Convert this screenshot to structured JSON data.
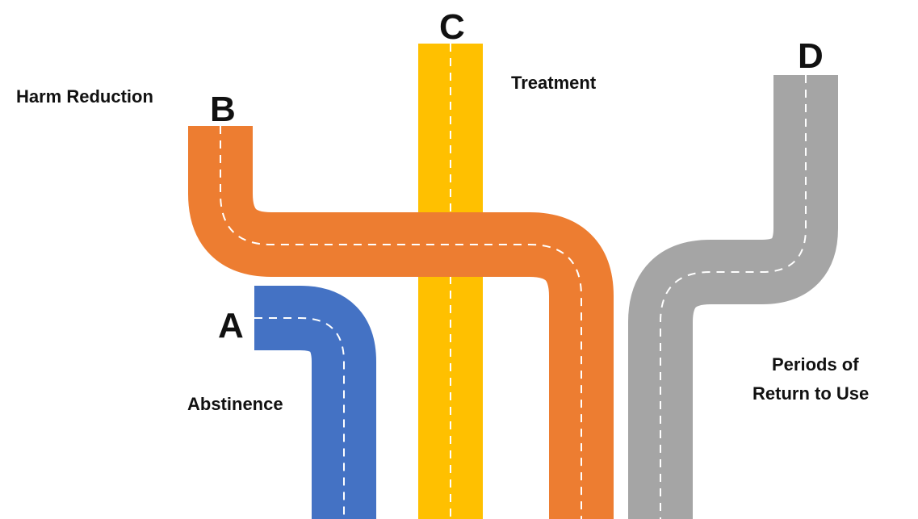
{
  "colors": {
    "abstinence": "#4472C4",
    "harm_reduction": "#ED7D31",
    "treatment": "#FFC000",
    "return_to_use": "#A5A5A5",
    "center_line": "#FFFFFF",
    "text": "#111111"
  },
  "paths": {
    "a": {
      "letter": "A",
      "label": "Abstinence"
    },
    "b": {
      "letter": "B",
      "label": "Harm Reduction"
    },
    "c": {
      "letter": "C",
      "label": "Treatment"
    },
    "d": {
      "letter": "D",
      "label_line1": "Periods of",
      "label_line2": "Return to Use"
    }
  }
}
